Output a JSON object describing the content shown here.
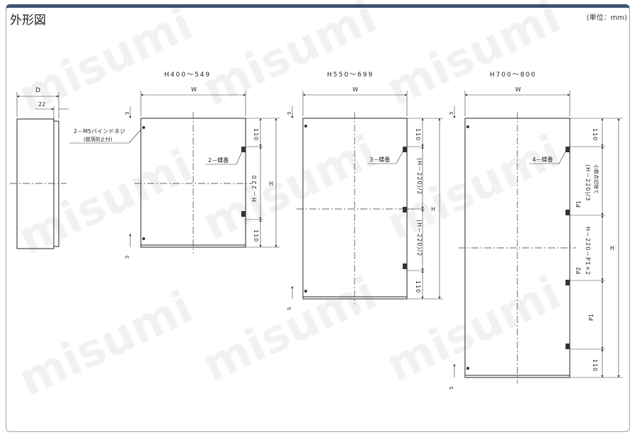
{
  "title": "外形図",
  "unit": "(単位：mm)",
  "watermark": "misumi",
  "side_view": {
    "depth_label": "D",
    "offset_label": "22"
  },
  "views": [
    {
      "heading": "H400～549",
      "width_label": "W",
      "height_label": "H",
      "top_margin": "5",
      "bottom_margin": "5",
      "top_seg": "110",
      "mid_seg": "H－220",
      "bottom_seg": "110",
      "hinge_note": "2－蝶番",
      "screw_note_1": "2－M5バインドネジ",
      "screw_note_2": "(脱落防止付)"
    },
    {
      "heading": "H550～699",
      "width_label": "W",
      "height_label": "H",
      "top_margin": "5",
      "bottom_margin": "5",
      "top_seg": "110",
      "mid_seg_1": "(H－220)/2",
      "mid_seg_2": "(H－220)/2",
      "bottom_seg": "110",
      "hinge_note": "3－蝶番"
    },
    {
      "heading": "H700～800",
      "width_label": "W",
      "height_label": "H",
      "top_margin": "5",
      "bottom_margin": "5",
      "top_seg": "110",
      "p1_label": "P1",
      "p1_formula": "(H－220)/3",
      "p1_note": "小数点切捨て",
      "p2_label": "P2",
      "p2_formula": "H－220－P1×2",
      "p1_bottom_label": "P1",
      "bottom_seg": "110",
      "hinge_note": "4－蝶番"
    }
  ]
}
